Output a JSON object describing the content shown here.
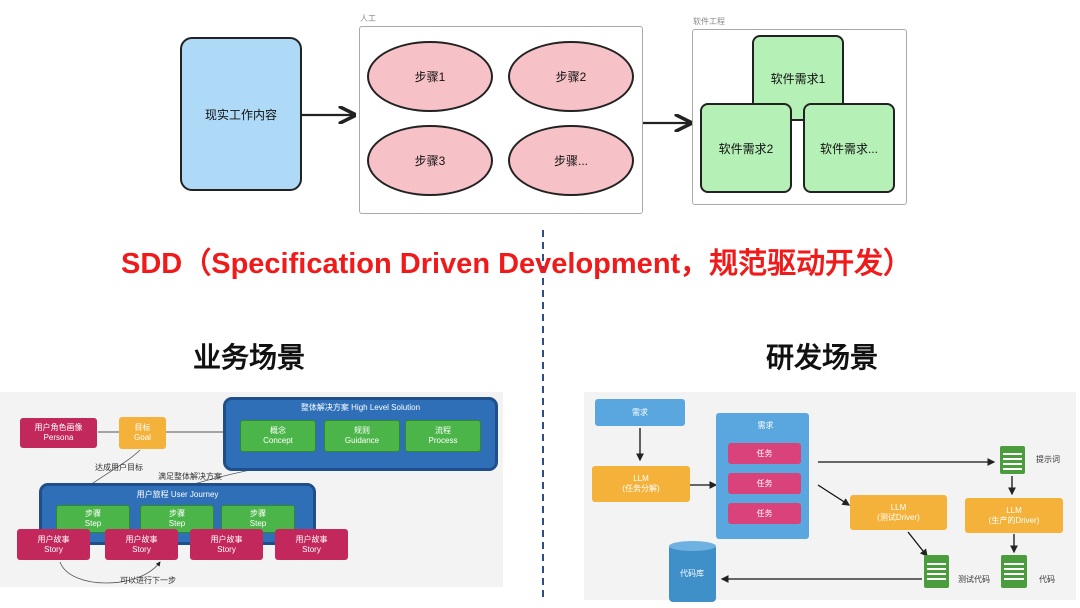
{
  "top": {
    "reality_card": "现实工作内容",
    "manual_group": {
      "title": "人工",
      "steps": [
        "步骤1",
        "步骤2",
        "步骤3",
        "步骤..."
      ]
    },
    "software_group": {
      "title": "软件工程",
      "requirements": [
        "软件需求1",
        "软件需求2",
        "软件需求..."
      ]
    }
  },
  "headline": "SDD（Specification Driven Development，规范驱动开发）",
  "left": {
    "title": "业务场景",
    "persona": [
      "用户角色画像",
      "Persona"
    ],
    "goal": [
      "目标",
      "Goal"
    ],
    "solution": {
      "title": "整体解决方案 High Level Solution",
      "items": [
        [
          "概念",
          "Concept"
        ],
        [
          "规则",
          "Guidance"
        ],
        [
          "流程",
          "Process"
        ]
      ]
    },
    "journey": {
      "title": "用户旅程 User Journey",
      "steps": [
        [
          "步骤",
          "Step"
        ],
        [
          "步骤",
          "Step"
        ],
        [
          "步骤",
          "Step"
        ]
      ]
    },
    "stories": [
      [
        "用户故事",
        "Story"
      ],
      [
        "用户故事",
        "Story"
      ],
      [
        "用户故事",
        "Story"
      ],
      [
        "用户故事",
        "Story"
      ]
    ],
    "annotations": {
      "achieve_goal": "达成用户目标",
      "satisfy_solution": "满足整体解决方案",
      "next_step": "可以进行下一步"
    }
  },
  "right": {
    "title": "研发场景",
    "req_input": "需求",
    "llm_split": [
      "LLM",
      "(任务分解)"
    ],
    "req_panel": {
      "title": "需求",
      "tasks": [
        "任务",
        "任务",
        "任务"
      ]
    },
    "llm_test": [
      "LLM",
      "(测试Driver)"
    ],
    "llm_prod": [
      "LLM",
      "(生产的Driver)"
    ],
    "prompt_label": "提示词",
    "test_code_label": "测试代码",
    "code_label": "代码",
    "repo_label": "代码库"
  },
  "colors": {
    "headline": "#f01a1a",
    "pink_ellipse": "#f7c2c7",
    "green_req": "#b5f0b6",
    "light_blue_card": "#aed9f7",
    "dark_blue": "#2f6fb8",
    "crimson": "#c2285c",
    "orange": "#f5b23b",
    "green": "#4cb54a"
  }
}
